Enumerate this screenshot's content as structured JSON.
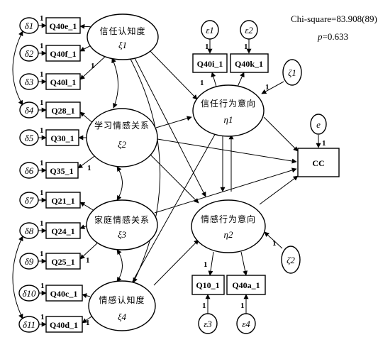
{
  "fit": {
    "chi_square": "Chi-square=83.908(89)",
    "p_label": "p",
    "p_value": "=0.633"
  },
  "latent": {
    "xi1": {
      "label": "信任认知度",
      "symbol": "ξ1"
    },
    "xi2": {
      "label": "学习情感关系",
      "symbol": "ξ2"
    },
    "xi3": {
      "label": "家庭情感关系",
      "symbol": "ξ3"
    },
    "xi4": {
      "label": "情感认知度",
      "symbol": "ξ4"
    },
    "eta1": {
      "label": "信任行为意向",
      "symbol": "η1"
    },
    "eta2": {
      "label": "情感行为意向",
      "symbol": "η2"
    }
  },
  "outcome": {
    "label": "CC"
  },
  "indicators": [
    {
      "id": "Q40e",
      "label": "Q40e_1",
      "error": "δ1"
    },
    {
      "id": "Q40f",
      "label": "Q40f_1",
      "error": "δ2"
    },
    {
      "id": "Q40l",
      "label": "Q40l_1",
      "error": "δ3"
    },
    {
      "id": "Q28",
      "label": "Q28_1",
      "error": "δ4"
    },
    {
      "id": "Q30",
      "label": "Q30_1",
      "error": "δ5"
    },
    {
      "id": "Q35",
      "label": "Q35_1",
      "error": "δ6"
    },
    {
      "id": "Q21",
      "label": "Q21_1",
      "error": "δ7"
    },
    {
      "id": "Q24",
      "label": "Q24_1",
      "error": "δ8"
    },
    {
      "id": "Q25",
      "label": "Q25_1",
      "error": "δ9"
    },
    {
      "id": "Q40c",
      "label": "Q40c_1",
      "error": "δ10"
    },
    {
      "id": "Q40d",
      "label": "Q40d_1",
      "error": "δ11"
    },
    {
      "id": "Q40i",
      "label": "Q40i_1",
      "error": "ε1"
    },
    {
      "id": "Q40k",
      "label": "Q40k_1",
      "error": "ε2"
    },
    {
      "id": "Q10",
      "label": "Q10_1",
      "error": "ε3"
    },
    {
      "id": "Q40a",
      "label": "Q40a_1",
      "error": "ε4"
    }
  ],
  "disturbances": {
    "zeta1": "ζ1",
    "zeta2": "ζ2",
    "e": "e"
  },
  "fixed_loading": "1"
}
